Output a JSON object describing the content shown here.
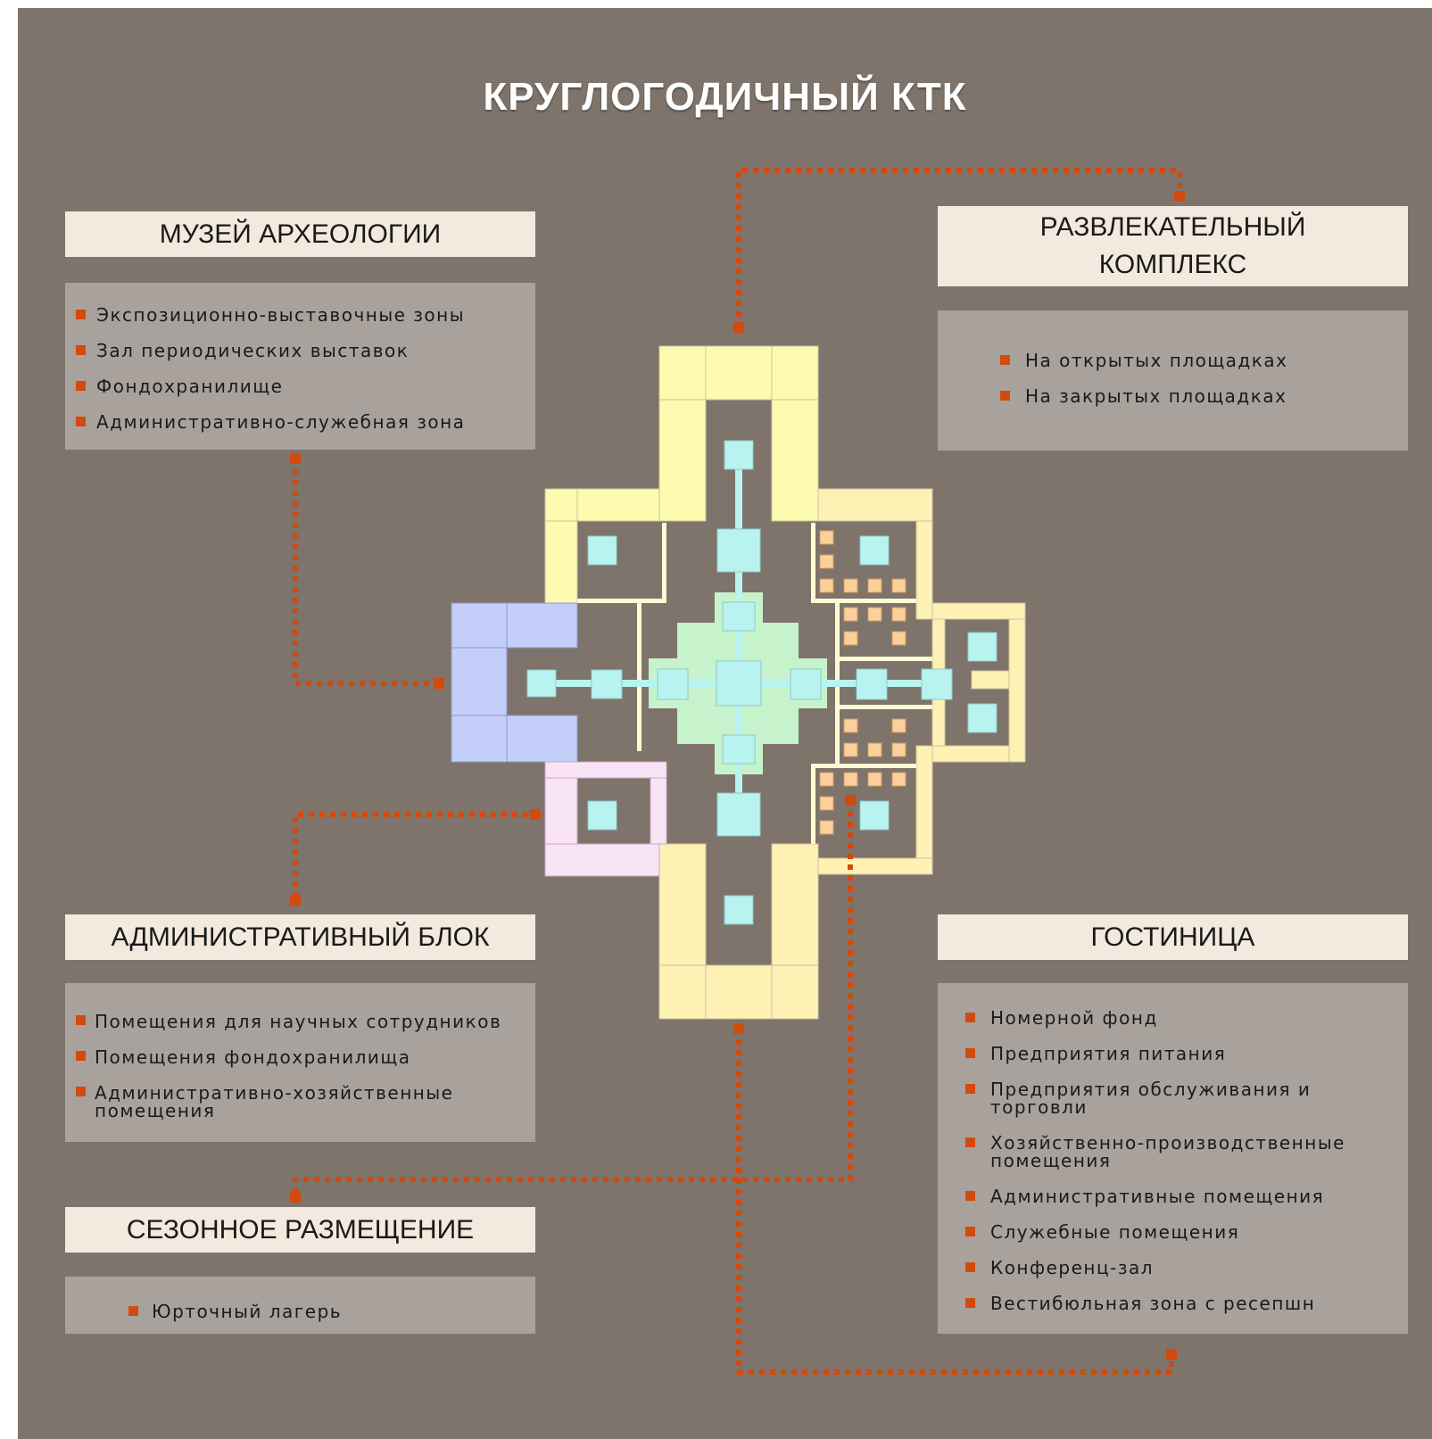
{
  "title": "КРУГЛОГОДИЧНЫЙ КТК",
  "colors": {
    "background": "#7e746b",
    "header_fill": "#f3e9de",
    "list_fill": "#a9a29c",
    "bullet": "#d24a0e",
    "connector": "#d24a0e",
    "yellow_zone": "#fdfbb0",
    "pale_yellow_zone": "#fdf1b4",
    "blue_zone": "#c3cff8",
    "pink_zone": "#f9e3f6",
    "green_zone": "#c6f3cb",
    "cyan_room": "#b8f3ef",
    "orange_room": "#fcd09b"
  },
  "sections": {
    "museum": {
      "title": "МУЗЕЙ АРХЕОЛОГИИ",
      "items": [
        "Экспозиционно-выставочные зоны",
        "Зал периодических выставок",
        "Фондохранилище",
        "Административно-служебная зона"
      ]
    },
    "entertainment": {
      "title": "РАЗВЛЕКАТЕЛЬНЫЙ КОМПЛЕКС",
      "items": [
        "На открытых площадках",
        "На закрытых площадках"
      ]
    },
    "admin": {
      "title": "АДМИНИСТРАТИВНЫЙ БЛОК",
      "items": [
        "Помещения для научных сотрудников",
        "Помещения фондохранилища",
        "Административно-хозяйственные помещения"
      ]
    },
    "seasonal": {
      "title": "СЕЗОННОЕ РАЗМЕЩЕНИЕ",
      "items": [
        "Юрточный лагерь"
      ]
    },
    "hotel": {
      "title": "ГОСТИНИЦА",
      "items": [
        "Номерной фонд",
        "Предприятия питания",
        "Предприятия обслуживания и торговли",
        "Хозяйственно-производственные помещения",
        "Административные помещения",
        "Служебные помещения",
        "Конференц-зал",
        "Вестибюльная зона с ресепшн"
      ]
    }
  }
}
